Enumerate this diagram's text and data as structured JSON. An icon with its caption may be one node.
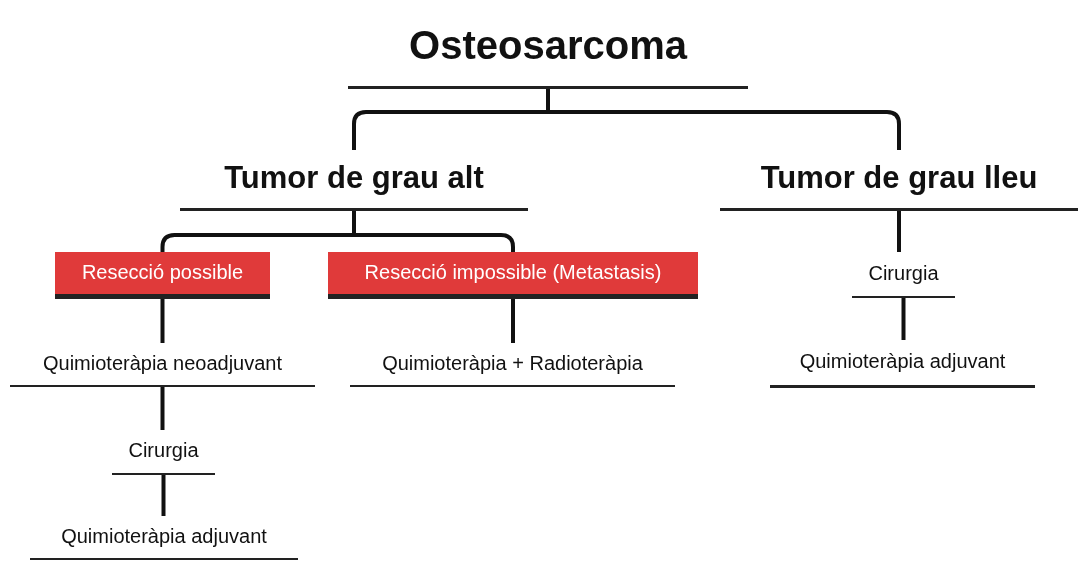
{
  "diagram": {
    "nodes": [
      {
        "text": [
          "Osteosarcoma"
        ]
      },
      {
        "text": [
          "Tumor de grau alt"
        ]
      },
      {
        "text": [
          "Tumor de grau lleu"
        ]
      },
      {
        "text": [
          "Resecció possible"
        ]
      },
      {
        "text": [
          "Resecció impossible (Metastasis)"
        ]
      },
      {
        "text": [
          "Quimioteràpia neoadjuvant"
        ]
      },
      {
        "text": [
          "Cirurgia"
        ]
      },
      {
        "text": [
          "Quimioteràpia adjuvant"
        ]
      },
      {
        "text": [
          "Quimioteràpia + Radioteràpia"
        ]
      },
      {
        "text": [
          "Cirurgia"
        ]
      },
      {
        "text": [
          "Quimioteràpia adjuvant"
        ]
      }
    ],
    "edges": [
      {
        "from": 0,
        "to": 1,
        "arrow": "none"
      },
      {
        "from": 0,
        "to": 2,
        "arrow": "none"
      },
      {
        "from": 1,
        "to": 3,
        "arrow": "none"
      },
      {
        "from": 1,
        "to": 4,
        "arrow": "none"
      },
      {
        "from": 3,
        "to": 5,
        "arrow": "none"
      },
      {
        "from": 5,
        "to": 6,
        "arrow": "none"
      },
      {
        "from": 6,
        "to": 7,
        "arrow": "none"
      },
      {
        "from": 4,
        "to": 8,
        "arrow": "none"
      },
      {
        "from": 2,
        "to": 9,
        "arrow": "none"
      },
      {
        "from": 9,
        "to": 10,
        "arrow": "none"
      }
    ]
  }
}
